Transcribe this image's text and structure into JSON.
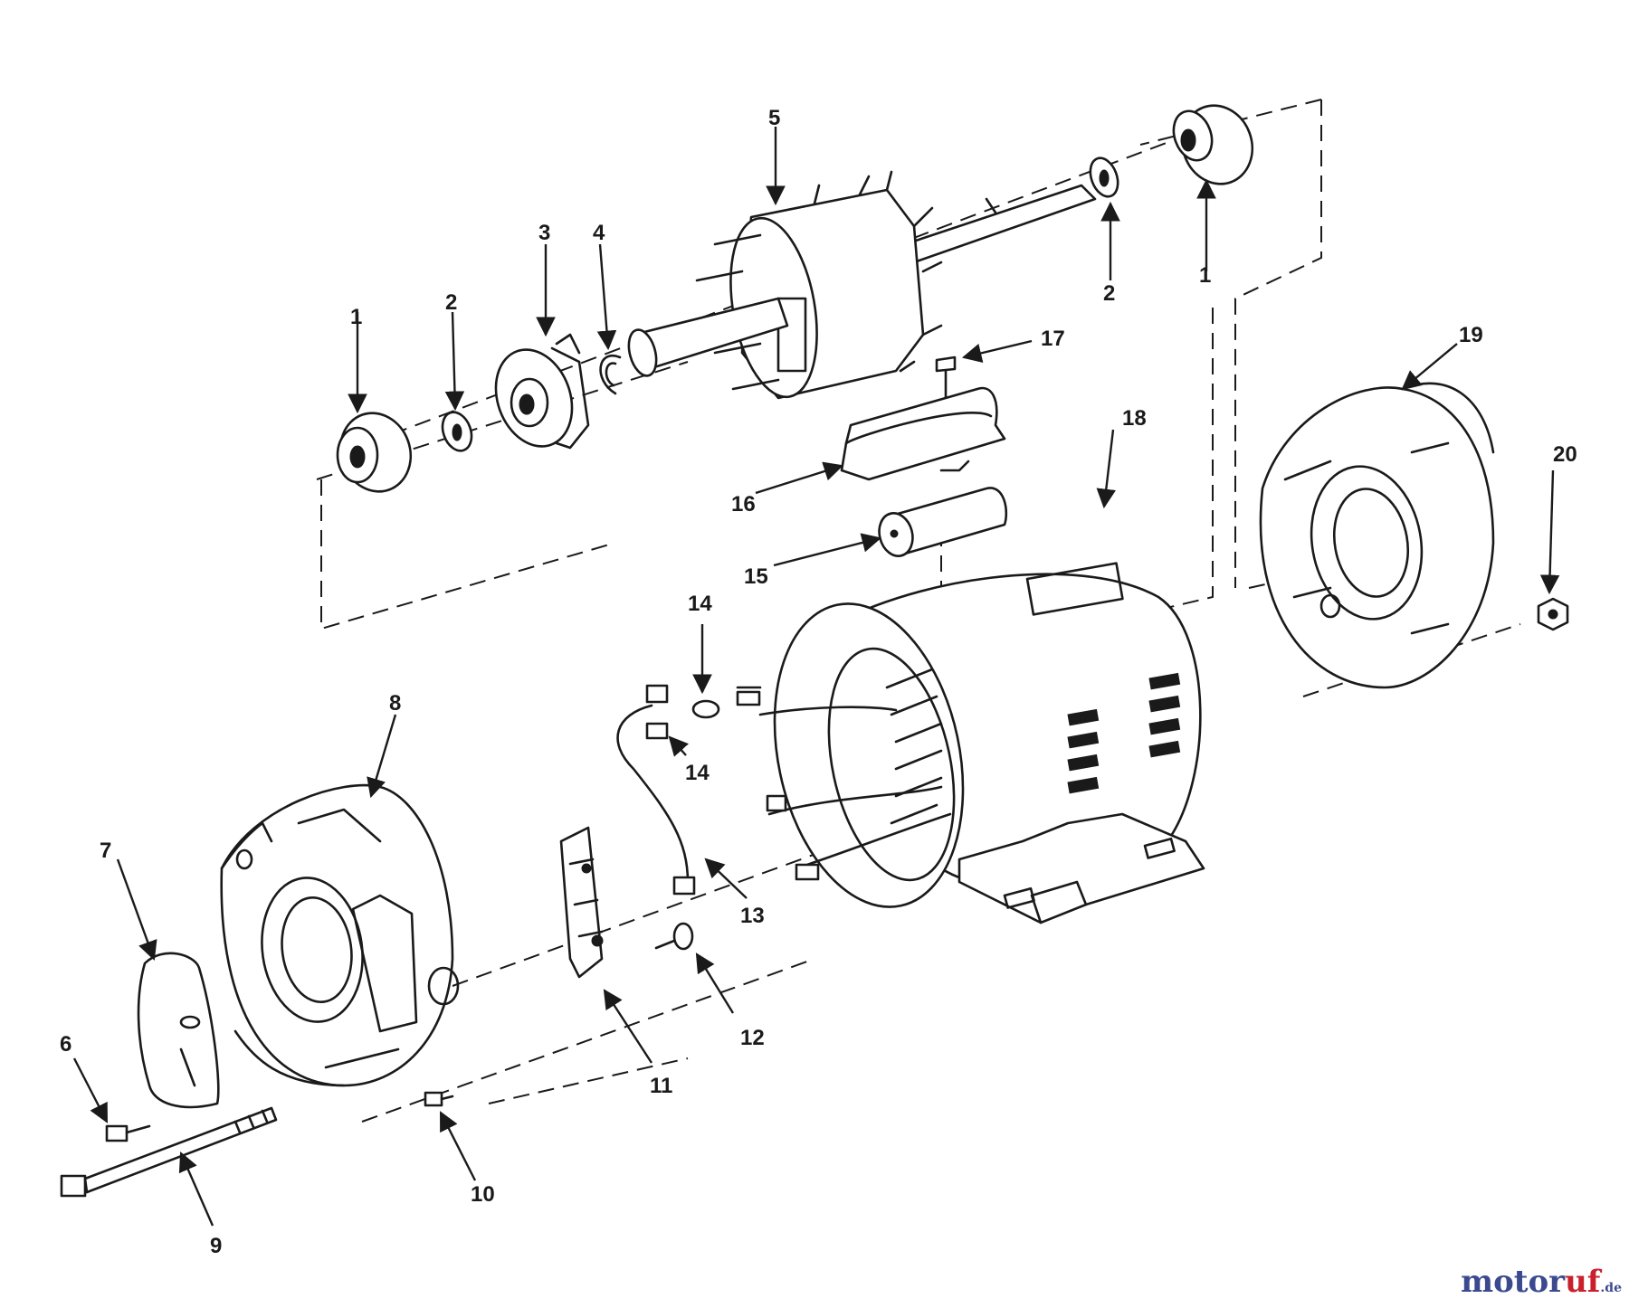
{
  "callouts": {
    "c1": "1",
    "c2": "2",
    "c3": "3",
    "c4": "4",
    "c5": "5",
    "c6": "6",
    "c7": "7",
    "c8": "8",
    "c9": "9",
    "c10": "10",
    "c11": "11",
    "c12": "12",
    "c13": "13",
    "c14": "14",
    "c15": "15",
    "c16": "16",
    "c17": "17",
    "c18": "18",
    "c19": "19",
    "c20": "20"
  },
  "watermark": {
    "part1": "motor",
    "part2": "uf",
    "suffix": ".de"
  },
  "colors": {
    "line": "#1a1a1a",
    "watermark_blue": "#3b4a8f",
    "watermark_red": "#c9202b"
  }
}
